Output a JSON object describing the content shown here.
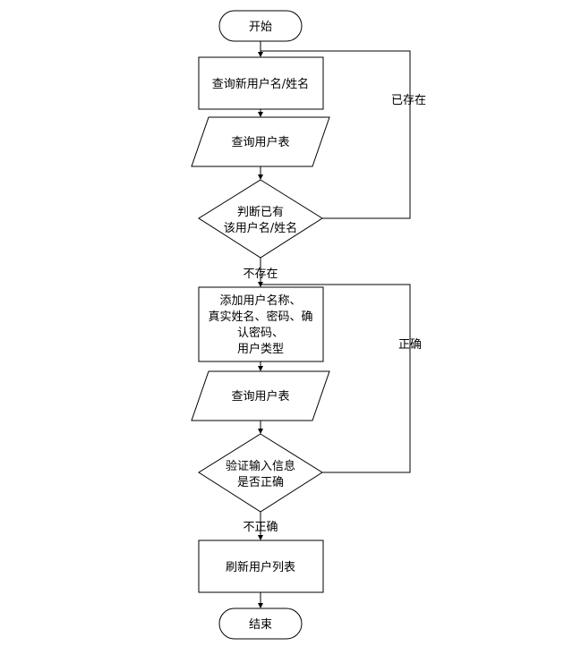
{
  "nodes": {
    "start": "开始",
    "query_name": "查询新用户名/姓名",
    "query_table_1": "查询用户表",
    "judge_exists": [
      "判断已有",
      "该用户名/姓名"
    ],
    "add_user": [
      "添加用户名称、",
      "真实姓名、密码、确",
      "认密码、",
      "用户类型"
    ],
    "query_table_2": "查询用户表",
    "validate": [
      "验证输入信息",
      "是否正确"
    ],
    "refresh": "刷新用户列表",
    "end": "结束"
  },
  "edges": {
    "exists": "已存在",
    "not_exists": "不存在",
    "correct": "正确",
    "incorrect": "不正确"
  }
}
